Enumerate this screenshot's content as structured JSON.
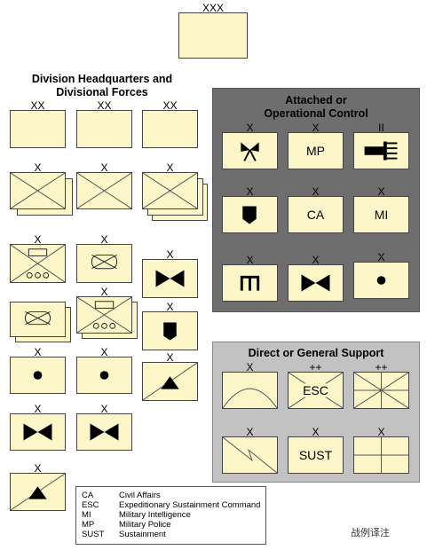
{
  "top": {
    "echelon": "XXX"
  },
  "division_title": {
    "line1": "Division Headquarters and",
    "line2": "Divisional Forces"
  },
  "attached_panel": {
    "title_line1": "Attached or",
    "title_line2": "Operational Control",
    "echelons": [
      "X",
      "X",
      "II",
      "X",
      "X",
      "X",
      "X",
      "X",
      "X"
    ],
    "labels": {
      "mp": "MP",
      "ca": "CA",
      "mi": "MI"
    }
  },
  "support_panel": {
    "title": "Direct or General Support",
    "echelons": [
      "X",
      "++",
      "++",
      "X",
      "X",
      "X"
    ],
    "labels": {
      "esc": "ESC",
      "sust": "SUST"
    }
  },
  "division_units": {
    "hq_echelons": [
      "XX",
      "XX",
      "XX"
    ],
    "brigade_echelon": "X"
  },
  "legend": [
    {
      "abbr": "CA",
      "def": "Civil Affairs"
    },
    {
      "abbr": "ESC",
      "def": "Expeditionary Sustainment Command"
    },
    {
      "abbr": "MI",
      "def": "Military Intelligence"
    },
    {
      "abbr": "MP",
      "def": "Military Police"
    },
    {
      "abbr": "SUST",
      "def": "Sustainment"
    }
  ],
  "watermark": "战例译注",
  "colors": {
    "symbol_fill": "#fdf6c8",
    "panel_dark": "#6e6e6e",
    "panel_light": "#c2c2c2"
  }
}
